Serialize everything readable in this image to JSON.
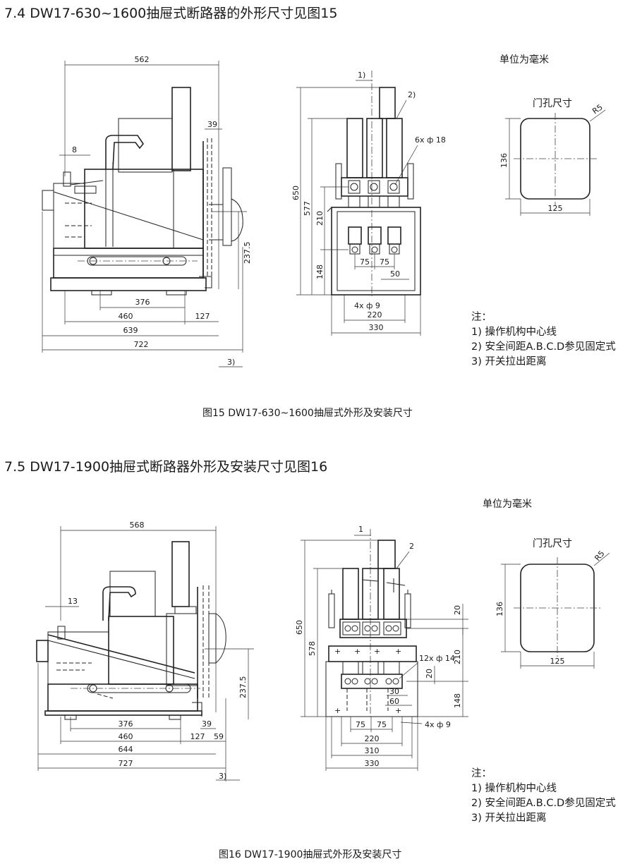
{
  "section1": {
    "heading": "7.4 DW17-630~1600抽屉式断路器的外形尺寸见图15",
    "unit_label": "单位为毫米",
    "door_label": "门孔尺寸",
    "caption": "图15 DW17-630~1600抽屉式外形及安装尺寸",
    "side_dims": {
      "d562": "562",
      "d39": "39",
      "d8": "8",
      "d237": "237.5",
      "d376": "376",
      "d460": "460",
      "d127": "127",
      "d639": "639",
      "d722": "722",
      "n3": "3)"
    },
    "front_dims": {
      "n1": "1)",
      "n2": "2)",
      "holes_top": "6x ф 18",
      "d650": "650",
      "d577": "577",
      "d210": "210",
      "d148": "148",
      "d75a": "75",
      "d75b": "75",
      "d50": "50",
      "holes_bottom": "4x ф 9",
      "d220": "220",
      "d330": "330"
    },
    "door_dims": {
      "r": "R5",
      "h": "136",
      "w": "125"
    },
    "notes": {
      "title": "注：",
      "items": [
        "1) 操作机构中心线",
        "2) 安全间距A.B.C.D参见固定式",
        "3) 开关拉出距离"
      ]
    }
  },
  "section2": {
    "heading": "7.5  DW17-1900抽屉式断路器外形及安装尺寸见图16",
    "unit_label": "单位为毫米",
    "door_label": "门孔尺寸",
    "caption": "图16   DW17-1900抽屉式外形及安装尺寸",
    "side_dims": {
      "d568": "568",
      "d13": "13",
      "d237": "237.5",
      "d376": "376",
      "d39": "39",
      "d460": "460",
      "d127": "127",
      "d59": "59",
      "d644": "644",
      "d727": "727",
      "n3": "3)"
    },
    "front_dims": {
      "n1": "1",
      "n2": "2",
      "d650": "650",
      "d578": "578",
      "d20a": "20",
      "d210": "210",
      "holes_top": "12x ф 14",
      "d20b": "20",
      "d30": "30",
      "d60": "60",
      "d148": "148",
      "d75a": "75",
      "d75b": "75",
      "holes_bottom": "4x ф 9",
      "d220": "220",
      "d310": "310",
      "d330": "330"
    },
    "door_dims": {
      "r": "R5",
      "h": "136",
      "w": "125"
    },
    "notes": {
      "title": "注：",
      "items": [
        "1) 操作机构中心线",
        "2) 安全间距A.B.C.D参见固定式",
        "3) 开关拉出距离"
      ]
    }
  }
}
